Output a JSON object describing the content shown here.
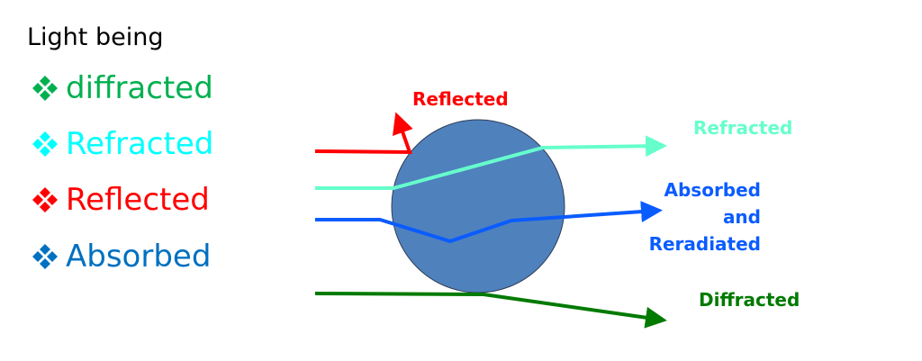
{
  "heading": "Light being",
  "list": [
    {
      "label": "diffracted",
      "color": "#00b050"
    },
    {
      "label": "Refracted",
      "color": "#00ffff"
    },
    {
      "label": "Reflected",
      "color": "#ff0000"
    },
    {
      "label": "Absorbed",
      "color": "#0070c0"
    }
  ],
  "diagram": {
    "particle_color": "#4f81bd",
    "labels": {
      "reflected": "Reflected",
      "refracted": "Refracted",
      "absorbed_1": "Absorbed",
      "absorbed_2": "and",
      "absorbed_3": "Reradiated",
      "diffracted": "Diffracted"
    },
    "colors": {
      "reflected": "#ff0000",
      "refracted": "#66ffcc",
      "absorbed": "#0a5cff",
      "diffracted": "#007a00"
    }
  }
}
